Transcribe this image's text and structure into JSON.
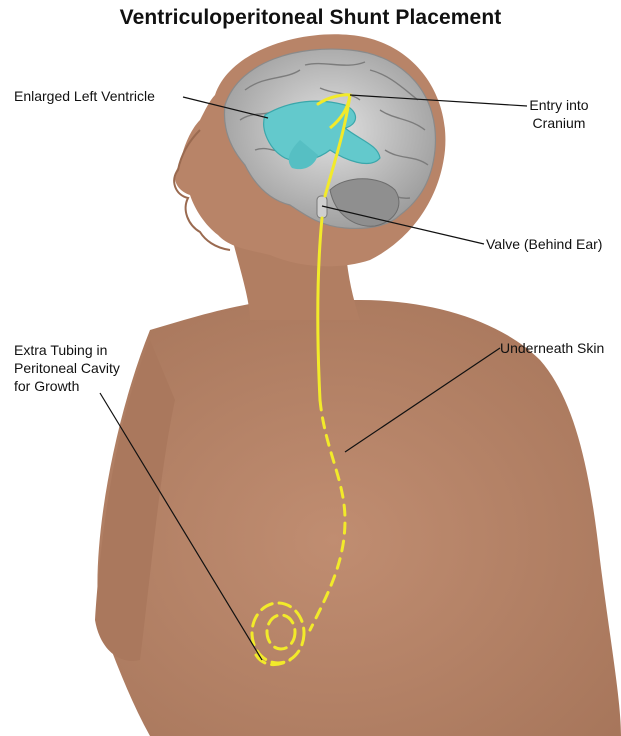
{
  "title": "Ventriculoperitoneal Shunt Placement",
  "labels": {
    "ventricle": "Enlarged Left Ventricle",
    "entry_line1": "Entry into",
    "entry_line2": "Cranium",
    "valve": "Valve (Behind Ear)",
    "skin": "Underneath Skin",
    "tubing_line1": "Extra Tubing in",
    "tubing_line2": "Peritoneal Cavity",
    "tubing_line3": "for Growth"
  },
  "colors": {
    "skin": "#b88468",
    "skin_shadow": "#a06f55",
    "brain": "#c9c9c9",
    "ventricle": "#63c9cc",
    "shunt": "#f2ea2a",
    "leader": "#111111"
  }
}
